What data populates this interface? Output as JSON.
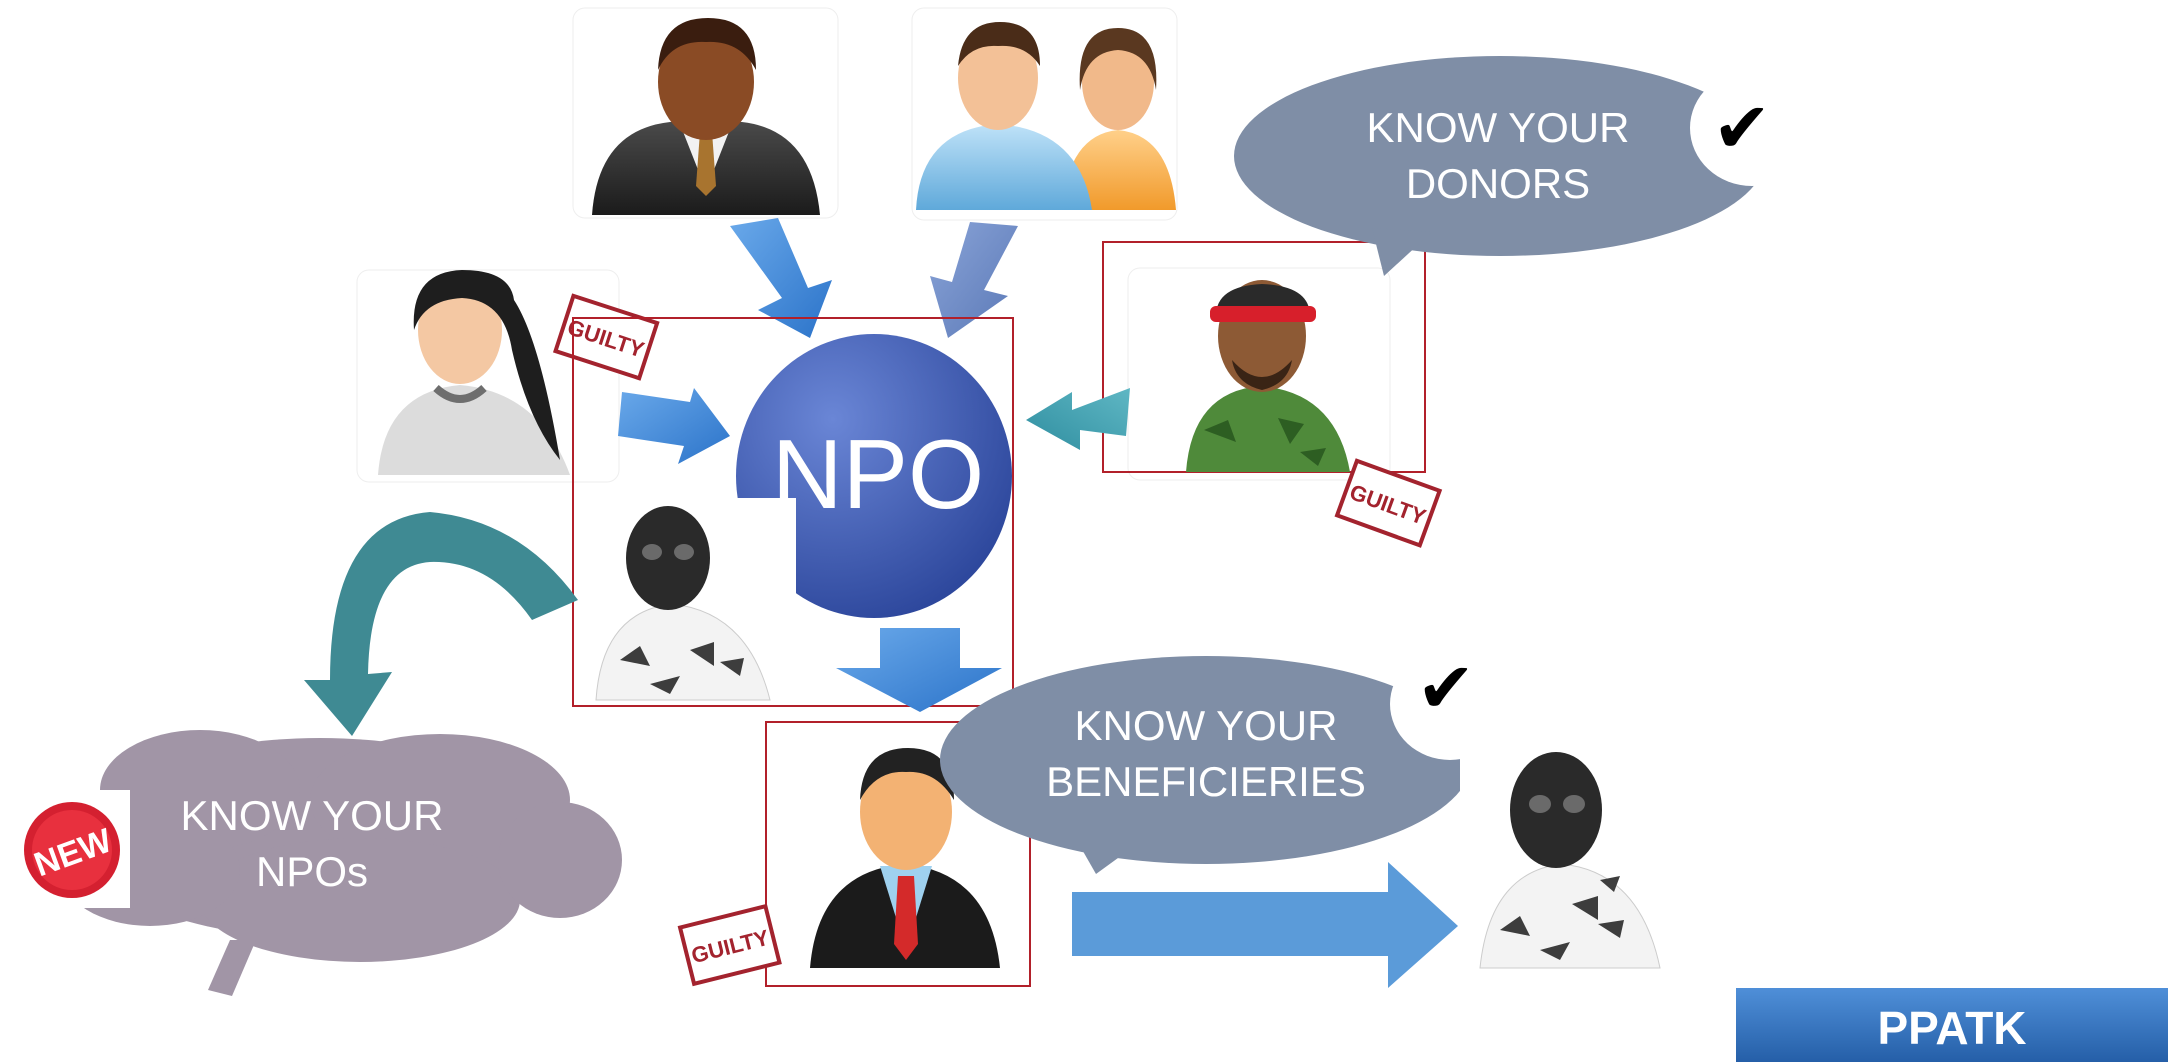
{
  "center": {
    "label": "NPO",
    "color": "#3f5bb0"
  },
  "bubbles": {
    "donors": {
      "line1": "KNOW YOUR",
      "line2": "DONORS",
      "check": "✔",
      "color": "#7f8ea6"
    },
    "beneficiaries": {
      "line1": "KNOW YOUR",
      "line2": "BENEFICIERIES",
      "check": "✔",
      "color": "#7f8ea6"
    },
    "npos": {
      "line1": "KNOW YOUR",
      "line2": "NPOs",
      "color": "#a195a6"
    }
  },
  "stamps": {
    "guilty": "GUILTY",
    "new": "NEW"
  },
  "footer": {
    "brand": "PPATK"
  },
  "icons": [
    "businessman-icon",
    "couple-icon",
    "woman-icon",
    "soldier-icon",
    "masked-person-icon",
    "official-icon",
    "masked-person-icon"
  ],
  "colors": {
    "arrow_blue": "#4f8fd6",
    "arrow_teal": "#3f8a93",
    "frame_red": "#b2202a",
    "stamp_red": "#a3232e",
    "footer_blue": "#2f6fb8"
  }
}
